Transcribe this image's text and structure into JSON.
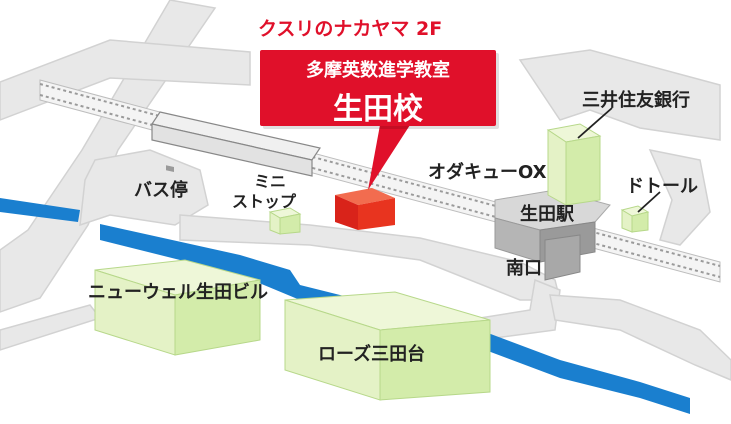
{
  "callout": {
    "store": "クスリのナカヤマ 2F",
    "school": "多摩英数進学教室",
    "branch": "生田校"
  },
  "labels": {
    "bus_stop": "バス停",
    "mini_stop_1": "ミニ",
    "mini_stop_2": "ストップ",
    "odakyu_ox": "オダキューOX",
    "bank": "三井住友銀行",
    "doutor": "ドトール",
    "station": "生田駅",
    "south_exit": "南口",
    "newwell": "ニューウェル生田ビル",
    "rose": "ローズ三田台"
  },
  "colors": {
    "road": "#e8e8e8",
    "road_edge": "#cfcfcf",
    "river": "#1a7fcf",
    "building_top": "#eef7d8",
    "building_side": "#d3ecaa",
    "school_building": "#e8341f",
    "callout": "#e0102a",
    "station": "#9a9a9a"
  }
}
